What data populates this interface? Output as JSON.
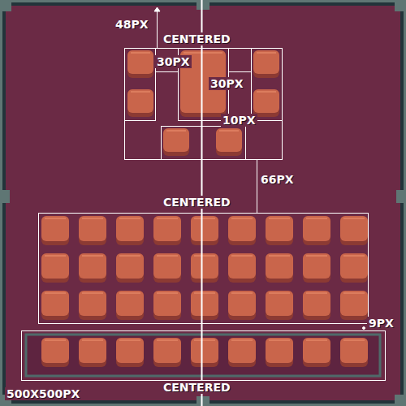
{
  "diagram": {
    "labels": [
      "48PX",
      "CENTERED",
      "30PX",
      "30PX",
      "10PX",
      "66PX",
      "CENTERED",
      "9PX",
      "500X500PX",
      "CENTERED"
    ]
  }
}
